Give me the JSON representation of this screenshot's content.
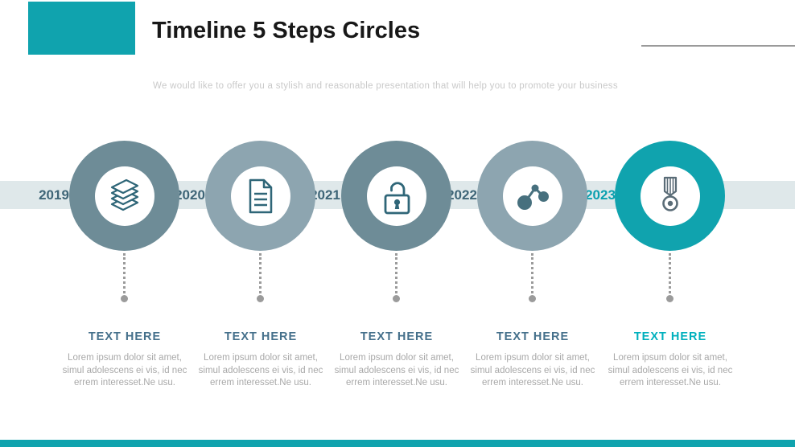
{
  "header": {
    "title": "Timeline 5 Steps Circles",
    "subtitle": "We would like to offer you a stylish and reasonable presentation that will help you to promote your business"
  },
  "colors": {
    "accent_teal": "#10a3ae",
    "circle_slate_dark": "#6e8c97",
    "circle_slate_light": "#8da5b0",
    "timeline_band": "#dfe8ea",
    "year_label": "#3e6577",
    "year_label_highlight": "#0ba0af",
    "heading": "#45708b",
    "heading_highlight": "#00b0bd",
    "body_text": "#a8a8a8",
    "icon_dark_teal": "#2f6678",
    "icon_medal_gray": "#5a6c77",
    "connector_gray": "#9b9b9b"
  },
  "timeline": {
    "steps": [
      {
        "year": "2019",
        "icon": "stack-icon",
        "heading": "TEXT HERE",
        "body": [
          "Lorem ipsum dolor sit amet,",
          "simul adolescens ei vis, id nec",
          "errem interesset.Ne usu."
        ]
      },
      {
        "year": "2020",
        "icon": "document-icon",
        "heading": "TEXT HERE",
        "body": [
          "Lorem ipsum dolor sit amet,",
          "simul adolescens ei vis, id nec",
          "errem interesset.Ne usu."
        ]
      },
      {
        "year": "2021",
        "icon": "lock-icon",
        "heading": "TEXT HERE",
        "body": [
          "Lorem ipsum dolor sit amet,",
          "simul adolescens ei vis, id nec",
          "errem interesset.Ne usu."
        ]
      },
      {
        "year": "2022",
        "icon": "share-icon",
        "heading": "TEXT HERE",
        "body": [
          "Lorem ipsum dolor sit amet,",
          "simul adolescens ei vis, id nec",
          "errem interesset.Ne usu."
        ]
      },
      {
        "year": "2023",
        "icon": "medal-icon",
        "heading": "TEXT HERE",
        "highlighted": true,
        "body": [
          "Lorem ipsum dolor sit amet,",
          "simul adolescens ei vis, id nec",
          "errem interesset.Ne usu."
        ]
      }
    ]
  }
}
